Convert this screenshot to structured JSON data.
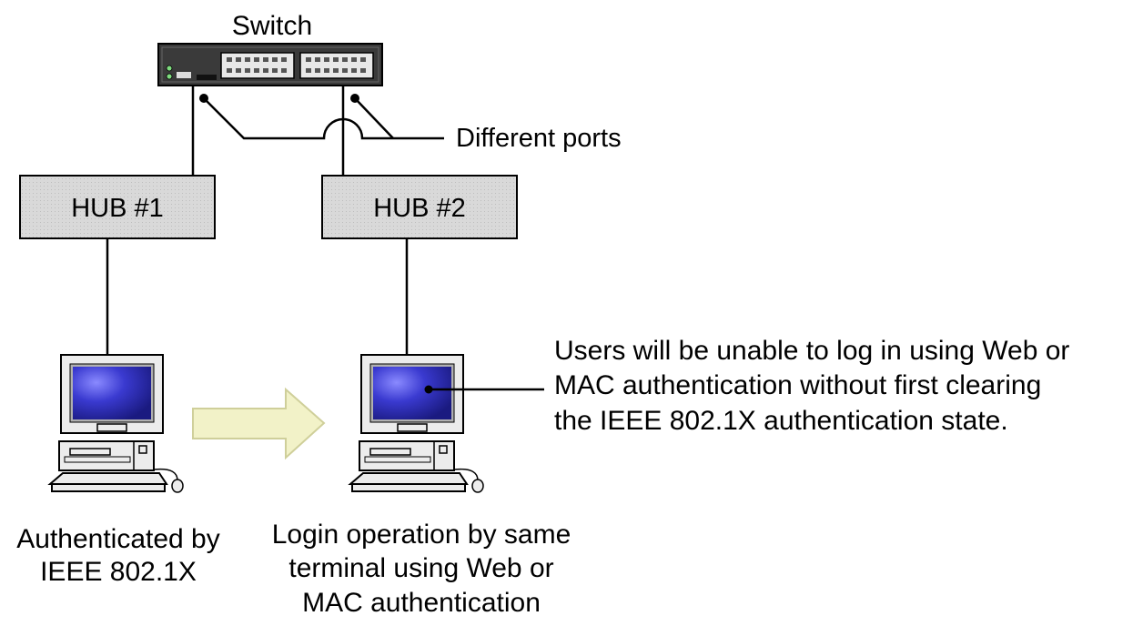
{
  "switch": {
    "label": "Switch"
  },
  "annotation_ports": {
    "text": "Different ports"
  },
  "hubs": [
    {
      "label": "HUB #1"
    },
    {
      "label": "HUB #2"
    }
  ],
  "note": {
    "lines": [
      "Users will be unable to log in using Web or",
      "MAC authentication without first clearing",
      "the IEEE 802.1X authentication state."
    ]
  },
  "terminal_left": {
    "caption_lines": [
      "Authenticated by",
      "IEEE 802.1X"
    ]
  },
  "terminal_right": {
    "caption_lines": [
      "Login operation by same",
      "terminal using Web or",
      "MAC authentication"
    ]
  },
  "colors": {
    "hub_fill": "#d6d6d6",
    "switch_body": "#3a3a3a",
    "screen": "#3a3ad0",
    "arrow_fill": "#f2f2c8"
  }
}
